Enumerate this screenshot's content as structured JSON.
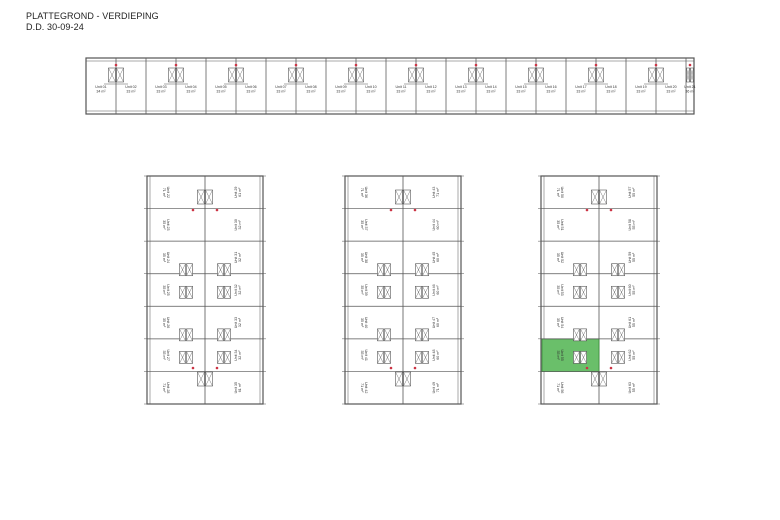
{
  "header": {
    "title": "PLATTEGROND - VERDIEPING",
    "date": "D.D. 30-09-24"
  },
  "colors": {
    "wall": "#555555",
    "stair_mark": "#cc3344",
    "highlight": "#6abf6a",
    "highlight_border": "#3a8a3a"
  },
  "top_row": {
    "units": [
      {
        "name": "Unit 01",
        "area": "34 m²"
      },
      {
        "name": "Unit 02",
        "area": "33 m²"
      },
      {
        "name": "Unit 03",
        "area": "33 m²"
      },
      {
        "name": "Unit 04",
        "area": "33 m²"
      },
      {
        "name": "Unit 05",
        "area": "33 m²"
      },
      {
        "name": "Unit 06",
        "area": "33 m²"
      },
      {
        "name": "Unit 07",
        "area": "33 m²"
      },
      {
        "name": "Unit 08",
        "area": "33 m²"
      },
      {
        "name": "Unit 09",
        "area": "33 m²"
      },
      {
        "name": "Unit 10",
        "area": "33 m²"
      },
      {
        "name": "Unit 11",
        "area": "33 m²"
      },
      {
        "name": "Unit 12",
        "area": "33 m²"
      },
      {
        "name": "Unit 13",
        "area": "33 m²"
      },
      {
        "name": "Unit 14",
        "area": "33 m²"
      },
      {
        "name": "Unit 15",
        "area": "33 m²"
      },
      {
        "name": "Unit 16",
        "area": "33 m²"
      },
      {
        "name": "Unit 17",
        "area": "33 m²"
      },
      {
        "name": "Unit 18",
        "area": "33 m²"
      },
      {
        "name": "Unit 19",
        "area": "33 m²"
      },
      {
        "name": "Unit 20",
        "area": "33 m²"
      },
      {
        "name": "Unit 21",
        "area": "36 m²"
      }
    ]
  },
  "blocks": [
    {
      "label": "block-1",
      "left_units": [
        {
          "name": "Unit 22",
          "area": "71 m²"
        },
        {
          "name": "Unit 23",
          "area": "35 m²"
        },
        {
          "name": "Unit 24",
          "area": "35 m²"
        },
        {
          "name": "Unit 25",
          "area": "35 m²"
        },
        {
          "name": "Unit 26",
          "area": "35 m²"
        },
        {
          "name": "Unit 27",
          "area": "35 m²"
        },
        {
          "name": "Unit 28",
          "area": "71 m²"
        }
      ],
      "right_units": [
        {
          "name": "Unit 29",
          "area": "61 m²"
        },
        {
          "name": "Unit 30",
          "area": "32 m²"
        },
        {
          "name": "Unit 31",
          "area": "32 m²"
        },
        {
          "name": "Unit 32",
          "area": "32 m²"
        },
        {
          "name": "Unit 33",
          "area": "32 m²"
        },
        {
          "name": "Unit 34",
          "area": "32 m²"
        },
        {
          "name": "Unit 35",
          "area": "61 m²"
        }
      ],
      "highlight": null
    },
    {
      "label": "block-2",
      "left_units": [
        {
          "name": "Unit 36",
          "area": "71 m²"
        },
        {
          "name": "Unit 37",
          "area": "35 m²"
        },
        {
          "name": "Unit 38",
          "area": "35 m²"
        },
        {
          "name": "Unit 39",
          "area": "35 m²"
        },
        {
          "name": "Unit 40",
          "area": "35 m²"
        },
        {
          "name": "Unit 41",
          "area": "35 m²"
        },
        {
          "name": "Unit 42",
          "area": "71 m²"
        }
      ],
      "right_units": [
        {
          "name": "Unit 43",
          "area": "71 m²"
        },
        {
          "name": "Unit 44",
          "area": "60 m²"
        },
        {
          "name": "Unit 45",
          "area": "60 m²"
        },
        {
          "name": "Unit 46",
          "area": "60 m²"
        },
        {
          "name": "Unit 47",
          "area": "60 m²"
        },
        {
          "name": "Unit 48",
          "area": "60 m²"
        },
        {
          "name": "Unit 49",
          "area": "71 m²"
        }
      ],
      "highlight": null
    },
    {
      "label": "block-3",
      "left_units": [
        {
          "name": "Unit 50",
          "area": "71 m²"
        },
        {
          "name": "Unit 51",
          "area": "35 m²"
        },
        {
          "name": "Unit 52",
          "area": "35 m²"
        },
        {
          "name": "Unit 53",
          "area": "35 m²"
        },
        {
          "name": "Unit 54",
          "area": "35 m²"
        },
        {
          "name": "Unit 55",
          "area": "35 m²"
        },
        {
          "name": "Unit 56",
          "area": "71 m²"
        }
      ],
      "right_units": [
        {
          "name": "Unit 57",
          "area": "55 m²"
        },
        {
          "name": "Unit 58",
          "area": "55 m²"
        },
        {
          "name": "Unit 59",
          "area": "55 m²"
        },
        {
          "name": "Unit 60",
          "area": "55 m²"
        },
        {
          "name": "Unit 61",
          "area": "55 m²"
        },
        {
          "name": "Unit 62",
          "area": "55 m²"
        },
        {
          "name": "Unit 63",
          "area": "55 m²"
        }
      ],
      "highlight": {
        "side": "left",
        "index": 5
      }
    }
  ]
}
